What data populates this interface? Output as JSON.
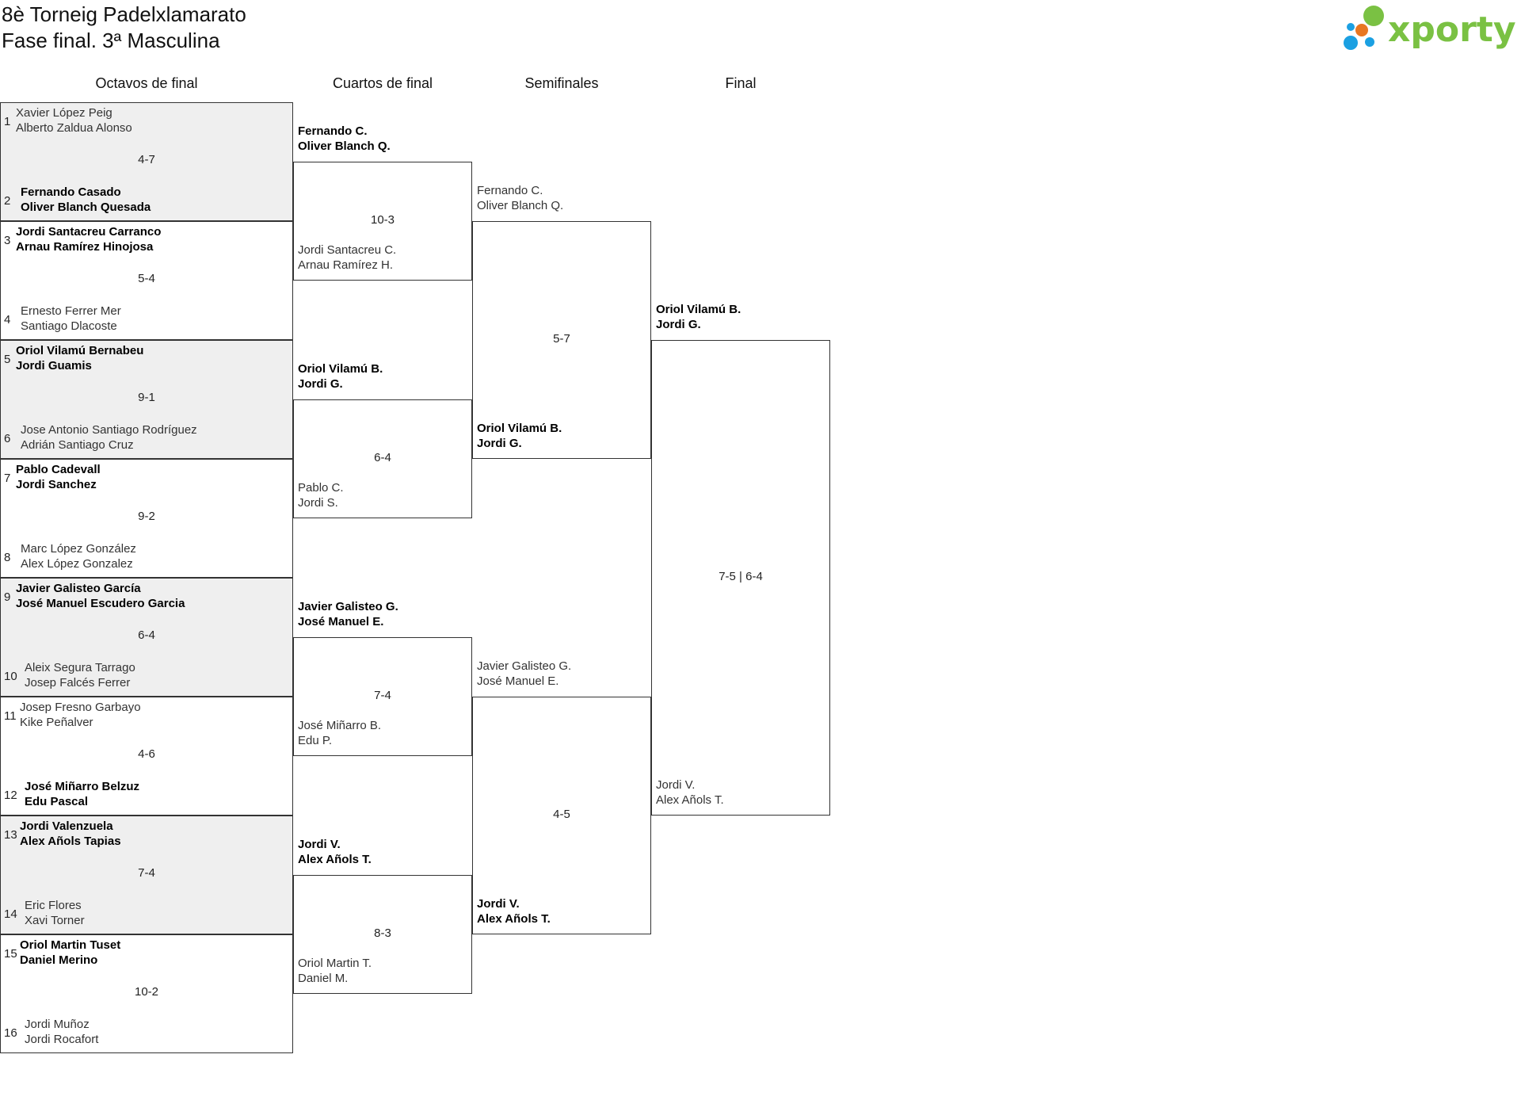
{
  "title": {
    "line1": "8è Torneig Padelxlamarato",
    "line2": "Fase final. 3ª Masculina"
  },
  "logo": {
    "text": "xporty",
    "colors": [
      "#7ac143",
      "#e87722",
      "#1ba0e2"
    ]
  },
  "rounds": [
    "Octavos de final",
    "Cuartos de final",
    "Semifinales",
    "Final"
  ],
  "round_of_16": [
    {
      "score": "4-7",
      "top": {
        "seed": "1",
        "p1": "Xavier López Peig",
        "p2": "Alberto Zaldua Alonso",
        "winner": false
      },
      "bottom": {
        "seed": "2",
        "p1": "Fernando Casado",
        "p2": "Oliver Blanch Quesada",
        "winner": true
      }
    },
    {
      "score": "5-4",
      "top": {
        "seed": "3",
        "p1": "Jordi Santacreu Carranco",
        "p2": "Arnau Ramírez Hinojosa",
        "winner": true
      },
      "bottom": {
        "seed": "4",
        "p1": "Ernesto Ferrer Mer",
        "p2": "Santiago Dlacoste",
        "winner": false
      }
    },
    {
      "score": "9-1",
      "top": {
        "seed": "5",
        "p1": "Oriol Vilamú Bernabeu",
        "p2": "Jordi Guamis",
        "winner": true
      },
      "bottom": {
        "seed": "6",
        "p1": "Jose Antonio Santiago Rodríguez",
        "p2": "Adrián Santiago Cruz",
        "winner": false
      }
    },
    {
      "score": "9-2",
      "top": {
        "seed": "7",
        "p1": "Pablo Cadevall",
        "p2": "Jordi Sanchez",
        "winner": true
      },
      "bottom": {
        "seed": "8",
        "p1": "Marc López González",
        "p2": "Alex López Gonzalez",
        "winner": false
      }
    },
    {
      "score": "6-4",
      "top": {
        "seed": "9",
        "p1": "Javier Galisteo García",
        "p2": "José Manuel Escudero Garcia",
        "winner": true
      },
      "bottom": {
        "seed": "10",
        "p1": "Aleix Segura Tarrago",
        "p2": "Josep Falcés Ferrer",
        "winner": false
      }
    },
    {
      "score": "4-6",
      "top": {
        "seed": "11",
        "p1": "Josep Fresno Garbayo",
        "p2": "Kike Peñalver",
        "winner": false
      },
      "bottom": {
        "seed": "12",
        "p1": "José Miñarro Belzuz",
        "p2": "Edu Pascal",
        "winner": true
      }
    },
    {
      "score": "7-4",
      "top": {
        "seed": "13",
        "p1": "Jordi Valenzuela",
        "p2": "Alex Añols Tapias",
        "winner": true
      },
      "bottom": {
        "seed": "14",
        "p1": "Eric Flores",
        "p2": "Xavi Torner",
        "winner": false
      }
    },
    {
      "score": "10-2",
      "top": {
        "seed": "15",
        "p1": "Oriol Martin Tuset",
        "p2": "Daniel Merino",
        "winner": true
      },
      "bottom": {
        "seed": "16",
        "p1": "Jordi Muñoz",
        "p2": "Jordi Rocafort",
        "winner": false
      }
    }
  ],
  "quarterfinals": [
    {
      "score": "10-3",
      "top": {
        "p1": "Fernando C.",
        "p2": "Oliver Blanch Q.",
        "winner": true
      },
      "bottom": {
        "p1": "Jordi Santacreu C.",
        "p2": "Arnau Ramírez H.",
        "winner": false
      }
    },
    {
      "score": "6-4",
      "top": {
        "p1": "Oriol Vilamú B.",
        "p2": "Jordi G.",
        "winner": true
      },
      "bottom": {
        "p1": "Pablo C.",
        "p2": "Jordi S.",
        "winner": false
      }
    },
    {
      "score": "7-4",
      "top": {
        "p1": "Javier Galisteo G.",
        "p2": "José Manuel E.",
        "winner": true
      },
      "bottom": {
        "p1": "José Miñarro B.",
        "p2": "Edu P.",
        "winner": false
      }
    },
    {
      "score": "8-3",
      "top": {
        "p1": "Jordi V.",
        "p2": "Alex Añols T.",
        "winner": true
      },
      "bottom": {
        "p1": "Oriol Martin T.",
        "p2": "Daniel M.",
        "winner": false
      }
    }
  ],
  "semifinals": [
    {
      "score": "5-7",
      "top": {
        "p1": "Fernando C.",
        "p2": "Oliver Blanch Q.",
        "winner": false
      },
      "bottom": {
        "p1": "Oriol Vilamú B.",
        "p2": "Jordi G.",
        "winner": true
      }
    },
    {
      "score": "4-5",
      "top": {
        "p1": "Javier Galisteo G.",
        "p2": "José Manuel E.",
        "winner": false
      },
      "bottom": {
        "p1": "Jordi V.",
        "p2": "Alex Añols T.",
        "winner": true
      }
    }
  ],
  "final": {
    "score": "7-5 | 6-4",
    "top": {
      "p1": "Oriol Vilamú B.",
      "p2": "Jordi G.",
      "winner": true
    },
    "bottom": {
      "p1": "Jordi V.",
      "p2": "Alex Añols T.",
      "winner": false
    }
  }
}
